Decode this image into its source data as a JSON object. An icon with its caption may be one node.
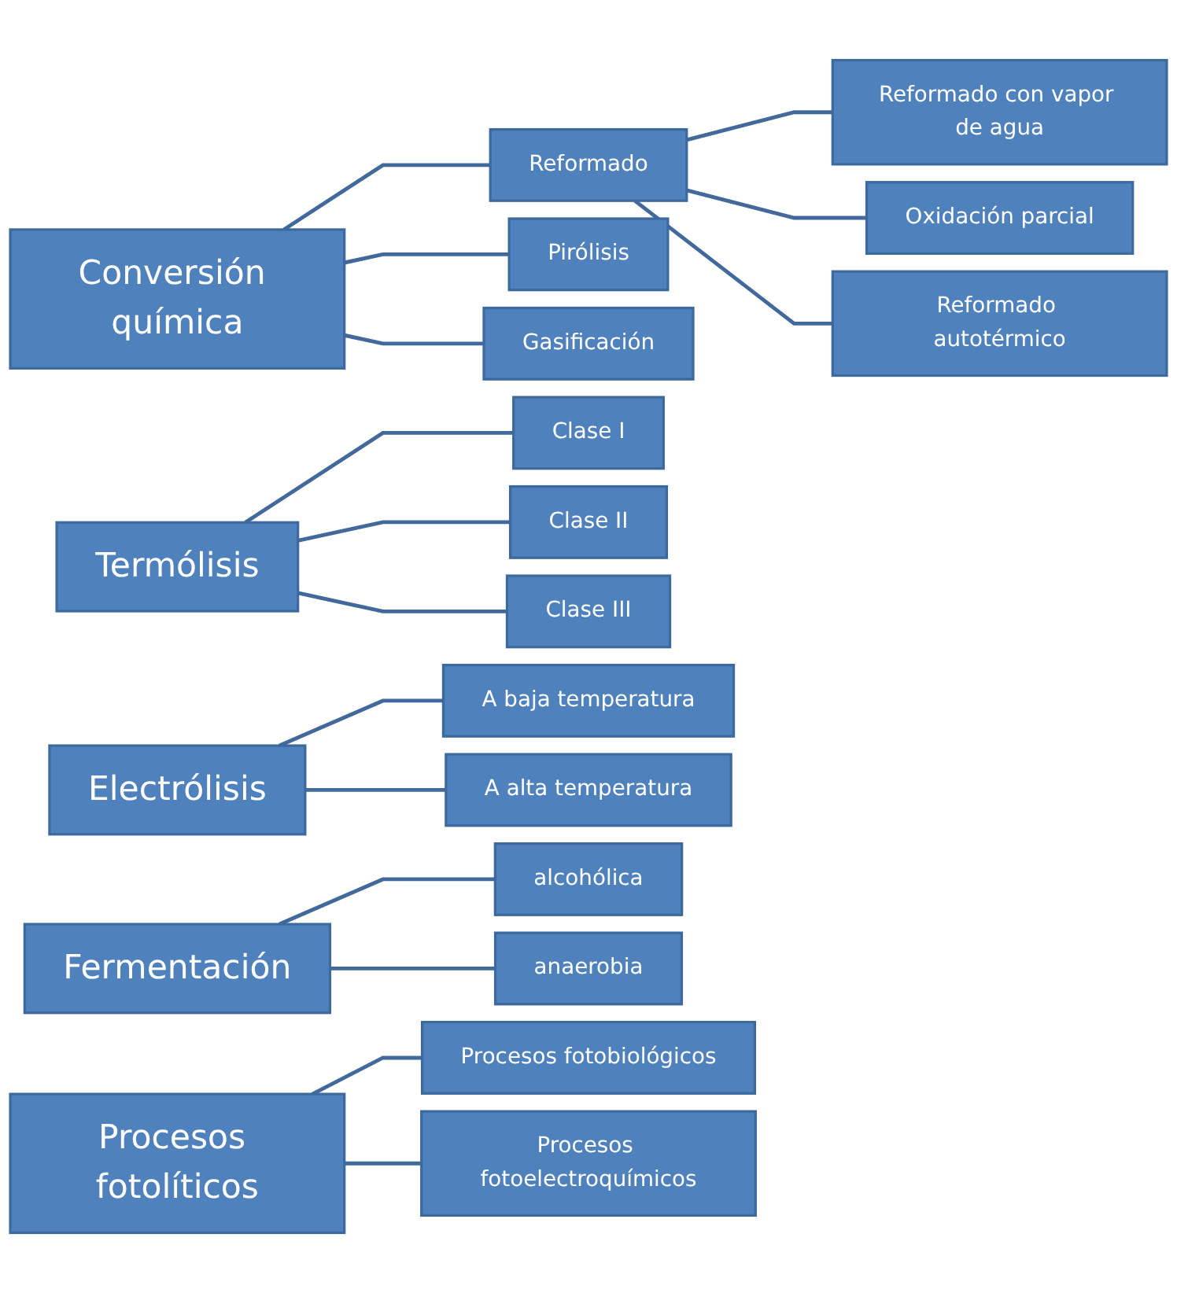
{
  "diagram": {
    "nodes": [
      {
        "text": [
          "Conversión química"
        ]
      },
      {
        "text": [
          "Reformado"
        ]
      },
      {
        "text": [
          "Reformado con vapor de agua"
        ]
      },
      {
        "text": [
          "Oxidación parcial"
        ]
      },
      {
        "text": [
          "Reformado autotérmico"
        ]
      },
      {
        "text": [
          "Pirólisis"
        ]
      },
      {
        "text": [
          "Gasificación"
        ]
      },
      {
        "text": [
          "Termólisis"
        ]
      },
      {
        "text": [
          "Clase I"
        ]
      },
      {
        "text": [
          "Clase II"
        ]
      },
      {
        "text": [
          "Clase III"
        ]
      },
      {
        "text": [
          "Electrólisis"
        ]
      },
      {
        "text": [
          "A baja temperatura"
        ]
      },
      {
        "text": [
          "A alta temperatura"
        ]
      },
      {
        "text": [
          "Fermentación"
        ]
      },
      {
        "text": [
          "alcohólica"
        ]
      },
      {
        "text": [
          "anaerobia"
        ]
      },
      {
        "text": [
          "Procesos fotolíticos"
        ]
      },
      {
        "text": [
          "Procesos fotobiológicos"
        ]
      },
      {
        "text": [
          "Procesos fotoelectroquímicos"
        ]
      }
    ],
    "edges": [
      {
        "from": 0,
        "to": 1,
        "arrow": "none"
      },
      {
        "from": 1,
        "to": 2,
        "arrow": "none"
      },
      {
        "from": 1,
        "to": 3,
        "arrow": "none"
      },
      {
        "from": 1,
        "to": 4,
        "arrow": "none"
      },
      {
        "from": 0,
        "to": 5,
        "arrow": "none"
      },
      {
        "from": 0,
        "to": 6,
        "arrow": "none"
      },
      {
        "from": 7,
        "to": 8,
        "arrow": "none"
      },
      {
        "from": 7,
        "to": 9,
        "arrow": "none"
      },
      {
        "from": 7,
        "to": 10,
        "arrow": "none"
      },
      {
        "from": 11,
        "to": 12,
        "arrow": "none"
      },
      {
        "from": 11,
        "to": 13,
        "arrow": "none"
      },
      {
        "from": 14,
        "to": 15,
        "arrow": "none"
      },
      {
        "from": 14,
        "to": 16,
        "arrow": "none"
      },
      {
        "from": 17,
        "to": 18,
        "arrow": "none"
      },
      {
        "from": 17,
        "to": 19,
        "arrow": "none"
      }
    ]
  }
}
